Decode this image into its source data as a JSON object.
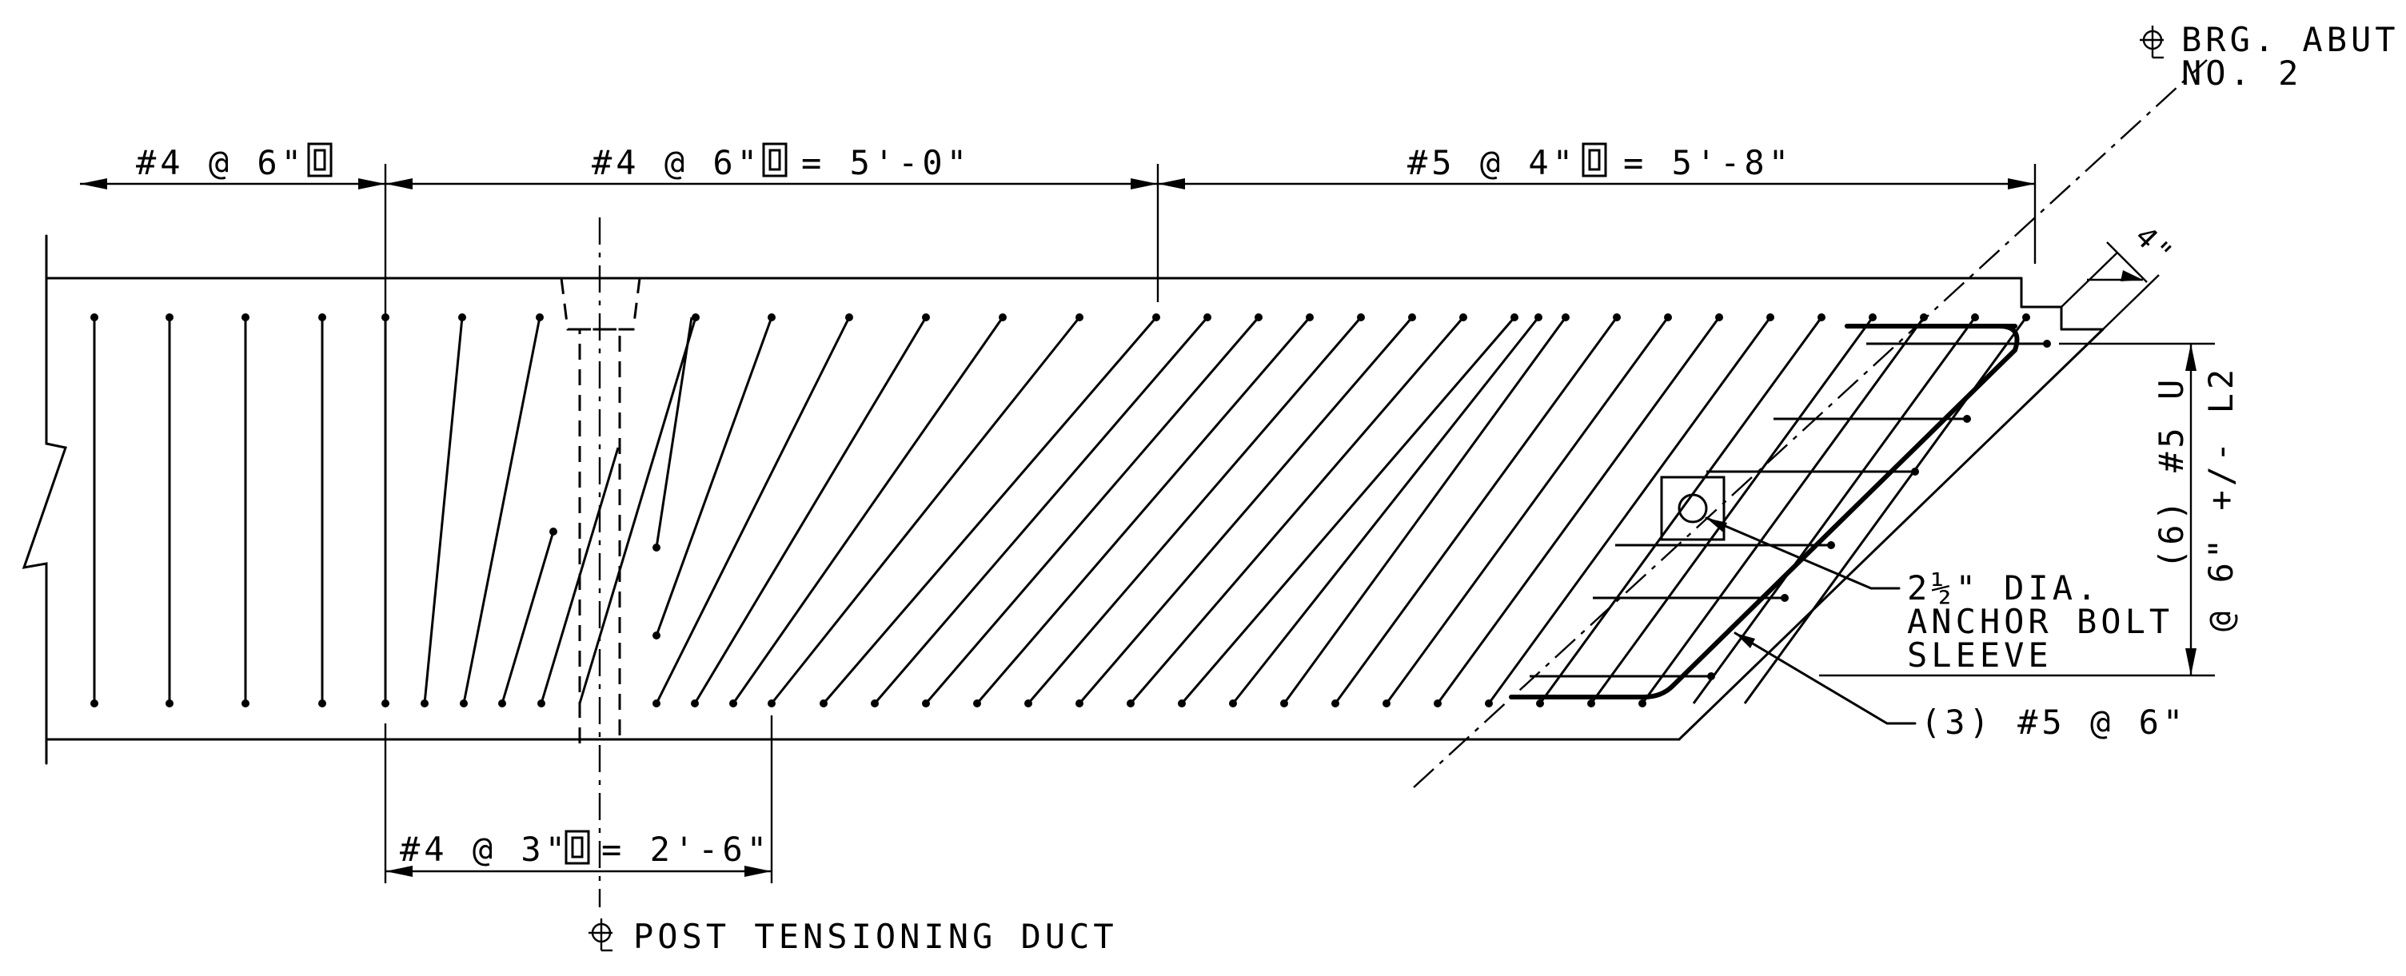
{
  "labels": {
    "top_left": "#4 @ 6\"",
    "top_mid": "#4 @ 6\"",
    "top_mid_dim": "= 5'-0\"",
    "top_right": "#5 @ 4\"",
    "top_right_dim": "= 5'-8\"",
    "bottom": "#4 @ 3\"",
    "bottom_dim": "= 2'-6\"",
    "brg_line1": "BRG. ABUT.",
    "brg_line2": "NO. 2",
    "post_tension": "POST TENSIONING DUCT",
    "skew_dim": "4\"",
    "u_bars": "(6) #5 U",
    "u_spacing": "@ 6\" +/- L2",
    "anchor_line1": "2½\" DIA.",
    "anchor_line2": "ANCHOR BOLT",
    "anchor_line3": "SLEEVE",
    "bars_callout": "(3)  #5 @ 6\""
  },
  "symbols": {
    "centerline": "centerline-symbol",
    "stirrup": "closed-stirrup-symbol"
  }
}
